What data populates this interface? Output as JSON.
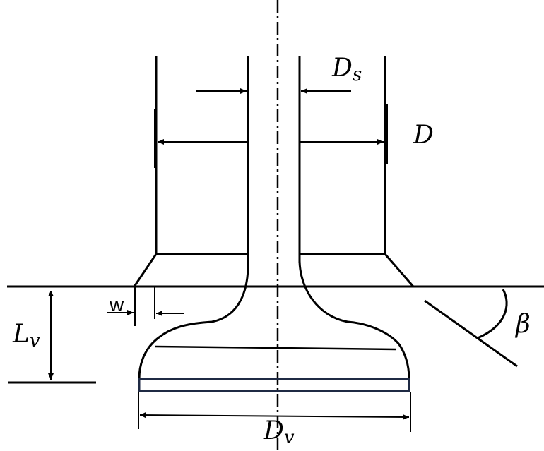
{
  "labels": {
    "Ds_main": "D",
    "Ds_sub": "s",
    "D": "D",
    "Lv_main": "L",
    "Lv_sub": "v",
    "Dv_main": "D",
    "Dv_sub": "v",
    "w": "w",
    "beta": "β"
  },
  "colors": {
    "line": "#000000",
    "seat_band": "#1f2a44"
  }
}
